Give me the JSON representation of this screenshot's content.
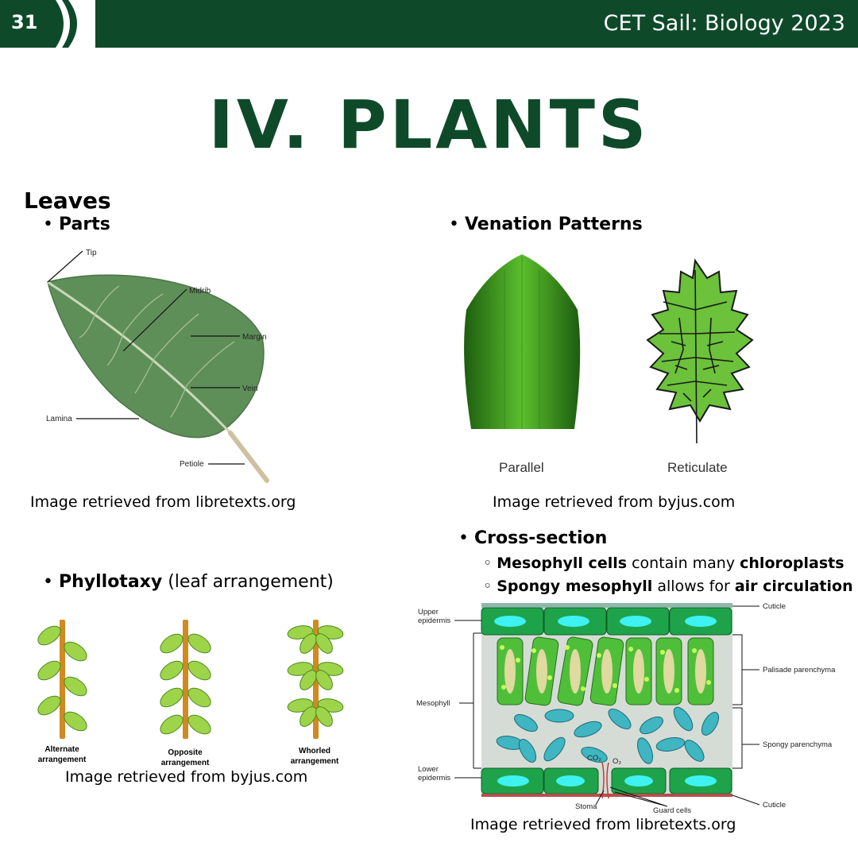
{
  "header": {
    "page_number": "31",
    "title": "CET Sail: Biology 2023",
    "color": "#0e4a2a"
  },
  "main_title": "IV. PLANTS",
  "leaves": {
    "heading": "Leaves",
    "parts": {
      "bullet": "Parts",
      "labels": {
        "tip": "Tip",
        "midrib": "Midrib",
        "margin": "Margin",
        "vein": "Vein",
        "lamina": "Lamina",
        "petiole": "Petiole"
      },
      "caption": "Image retrieved from libretexts.org"
    },
    "venation": {
      "bullet": "Venation Patterns",
      "parallel": "Parallel",
      "reticulate": "Reticulate",
      "caption": "Image retrieved from byjus.com"
    },
    "phyllotaxy": {
      "bullet_bold": "Phyllotaxy",
      "bullet_rest": " (leaf arrangement)",
      "alternate_1": "Alternate",
      "alternate_2": "arrangement",
      "opposite_1": "Opposite",
      "opposite_2": "arrangement",
      "whorled_1": "Whorled",
      "whorled_2": "arrangement",
      "caption": "Image retrieved from byjus.com"
    },
    "cross_section": {
      "bullet": "Cross-section",
      "sub1": {
        "b1": "Mesophyll cells",
        "t1": " contain many ",
        "b2": "chloroplasts"
      },
      "sub2": {
        "b1": "Spongy mesophyll",
        "t1": " allows for ",
        "b2": "air circulation"
      },
      "labels": {
        "upper_epidermis_1": "Upper",
        "upper_epidermis_2": "epidermis",
        "mesophyll": "Mesophyll",
        "lower_epidermis_1": "Lower",
        "lower_epidermis_2": "epidermis",
        "cuticle_top": "Cuticle",
        "palisade": "Palisade parenchyma",
        "spongy": "Spongy parenchyma",
        "cuticle_bottom": "Cuticle",
        "stoma": "Stoma",
        "guard_cells": "Guard cells",
        "co2": "CO₂",
        "o2": "O₂"
      },
      "caption": "Image retrieved from libretexts.org"
    }
  }
}
